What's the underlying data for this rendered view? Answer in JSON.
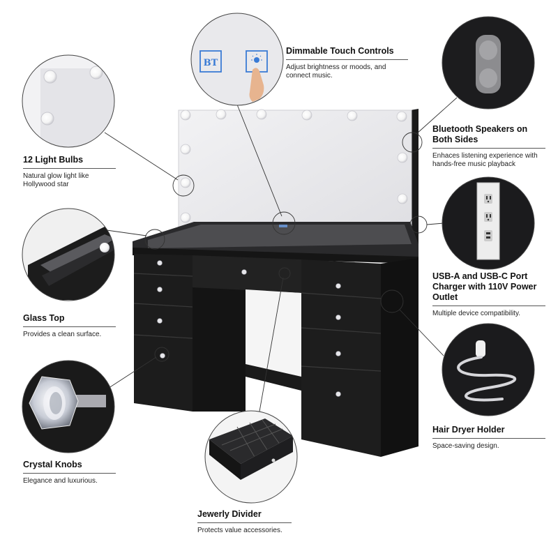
{
  "features": {
    "touch": {
      "title": "Dimmable Touch Controls",
      "desc": "Adjust brightness or moods, and connect music.",
      "button_bt": "BT"
    },
    "bulbs": {
      "title": "12 Light Bulbs",
      "desc": "Natural glow light like Hollywood star"
    },
    "bluetooth": {
      "title": "Bluetooth Speakers on Both Sides",
      "desc": "Enhaces listening experience with hands-free music playback"
    },
    "glass": {
      "title": "Glass Top",
      "desc": "Provides a clean surface."
    },
    "usb": {
      "title": "USB-A and USB-C Port Charger with 110V Power Outlet",
      "desc": "Multiple device compatibility."
    },
    "knobs": {
      "title": "Crystal Knobs",
      "desc": "Elegance and luxurious."
    },
    "hairdryer": {
      "title": "Hair Dryer Holder",
      "desc": "Space-saving design."
    },
    "jewelry": {
      "title": "Jewerly Divider",
      "desc": "Protects value accessories."
    }
  },
  "colors": {
    "furniture": "#1e1e1e",
    "mirror": "#ececef",
    "bulb": "#ffffff",
    "accent_blue": "#3a7bd5"
  }
}
